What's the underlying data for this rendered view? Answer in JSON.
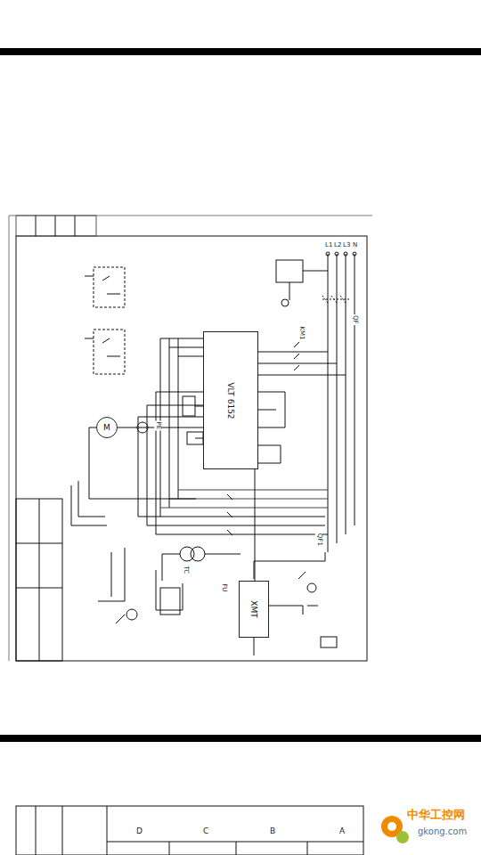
{
  "diagram": {
    "nodes": [
      {
        "text": [
          "VLT 6152"
        ]
      },
      {
        "text": [
          "M"
        ]
      },
      {
        "text": [
          "XMT"
        ]
      }
    ],
    "edges": [
      {
        "from": 0,
        "to": 1,
        "arrow": "none"
      },
      {
        "from": 2,
        "to": 0,
        "arrow": "none"
      }
    ],
    "labels": [
      "L1",
      "L2",
      "L3",
      "N",
      "QF",
      "KM1",
      "QF1",
      "TC",
      "FU",
      "PE",
      "A",
      "B",
      "C",
      "D",
      "中华工控网",
      "gkong.com"
    ]
  }
}
